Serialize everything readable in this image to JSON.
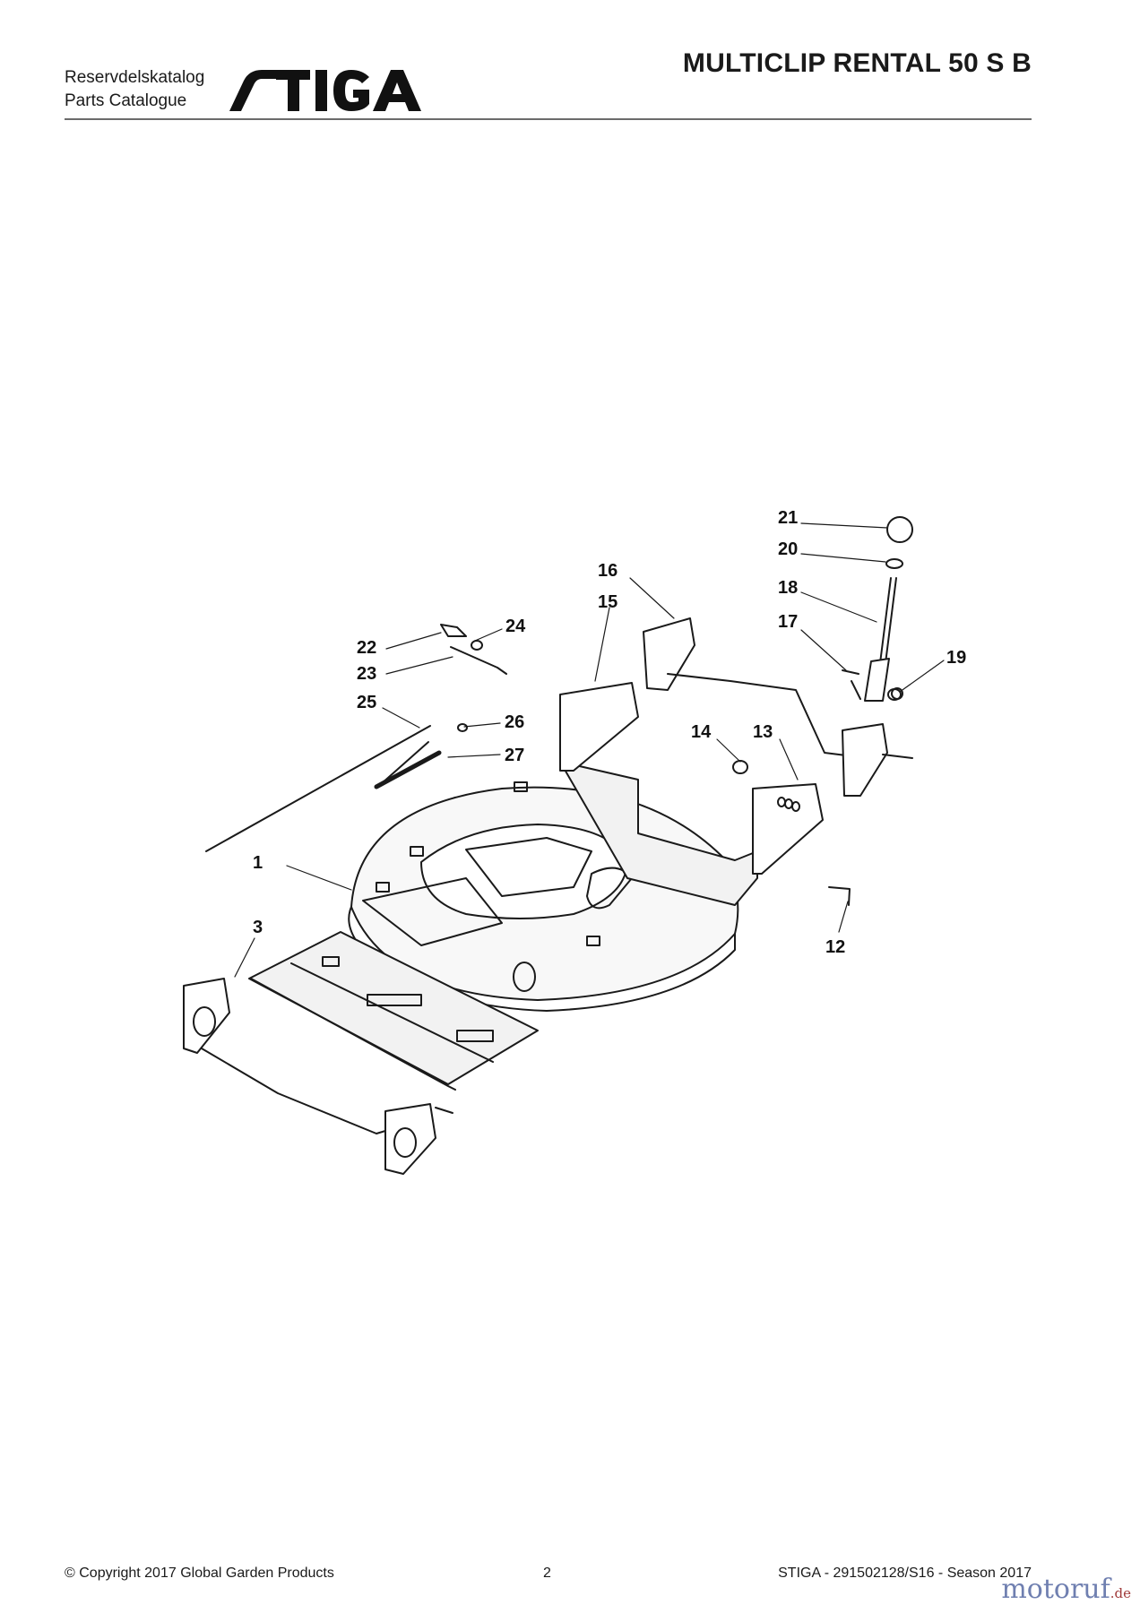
{
  "header": {
    "catalog_line1": "Reservdelskatalog",
    "catalog_line2": "Parts Catalogue",
    "brand": "STIGA",
    "model": "MULTICLIP RENTAL 50 S B"
  },
  "diagram": {
    "callouts": [
      "21",
      "20",
      "16",
      "18",
      "15",
      "17",
      "24",
      "22",
      "19",
      "23",
      "25",
      "26",
      "14",
      "13",
      "27",
      "1",
      "3",
      "12"
    ]
  },
  "footer": {
    "copyright": "© Copyright 2017 Global Garden Products",
    "page": "2",
    "reference": "STIGA - 291502128/S16 - Season 2017"
  },
  "watermark": {
    "text": "motoruf",
    "suffix": ".de"
  },
  "colors": {
    "line": "#1a1a1a",
    "rule": "#6b6b6b",
    "watermark": "#6f7fb0"
  }
}
